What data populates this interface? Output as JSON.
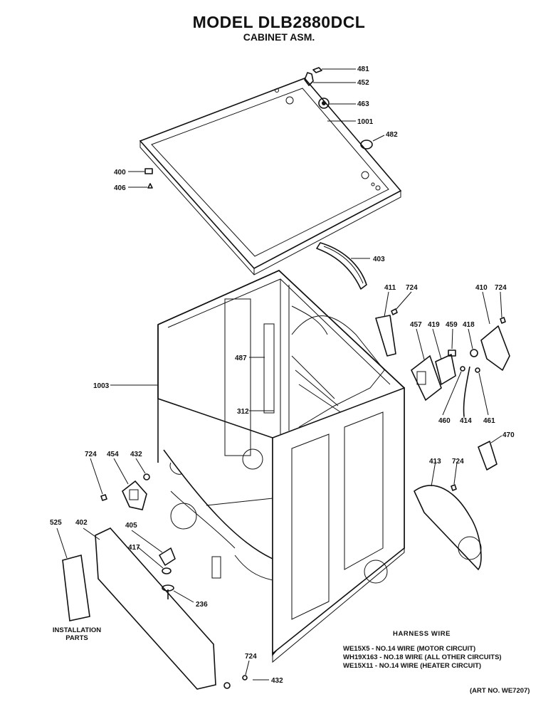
{
  "title": "MODEL DLB2880DCL",
  "subtitle": "CABINET ASM.",
  "part_labels": {
    "p481": "481",
    "p452": "452",
    "p463": "463",
    "p1001": "1001",
    "p482": "482",
    "p400": "400",
    "p406": "406",
    "p403": "403",
    "p411": "411",
    "p724a": "724",
    "p410": "410",
    "p724b": "724",
    "p457": "457",
    "p419": "419",
    "p459": "459",
    "p418": "418",
    "p460": "460",
    "p414": "414",
    "p461": "461",
    "p470": "470",
    "p413": "413",
    "p724c": "724",
    "p487": "487",
    "p312": "312",
    "p1003": "1003",
    "p724d": "724",
    "p454": "454",
    "p432a": "432",
    "p525": "525",
    "p402": "402",
    "p405": "405",
    "p417": "417",
    "p236": "236",
    "p724e": "724",
    "p432b": "432"
  },
  "installation": {
    "line1": "INSTALLATION",
    "line2": "PARTS"
  },
  "harness": {
    "title": "HARNESS WIRE",
    "lines": [
      "WE15X5 - NO.14 WIRE (MOTOR CIRCUIT)",
      "WH19X163 - NO.18 WIRE (ALL OTHER CIRCUITS)",
      "WE15X11 - NO.14 WIRE (HEATER CIRCUIT)"
    ]
  },
  "art_no": "(ART NO. WE7207)"
}
